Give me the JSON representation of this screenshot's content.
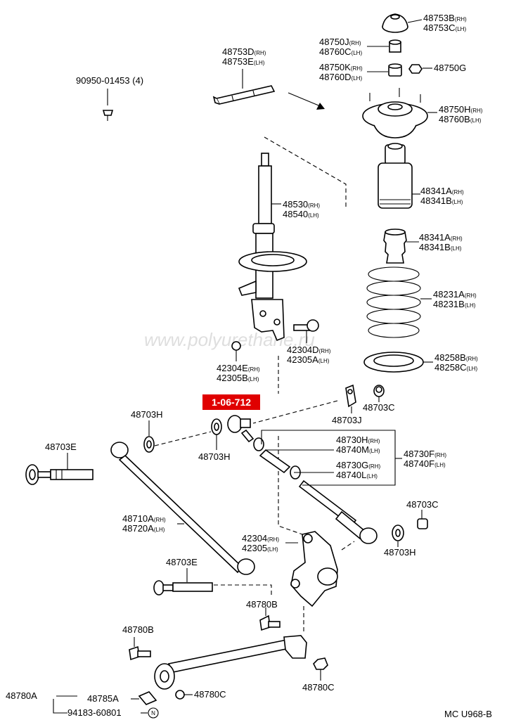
{
  "watermark": "www.polyurethane.ru",
  "highlight_label": "1-06-712",
  "footer_code": "MC U968-B",
  "callouts": {
    "p48753B": {
      "num": "48753B",
      "side": "(RH)"
    },
    "p48753C": {
      "num": "48753C",
      "side": "(LH)"
    },
    "p48750J": {
      "num": "48750J",
      "side": "(RH)"
    },
    "p48760C": {
      "num": "48760C",
      "side": "(LH)"
    },
    "p48750K": {
      "num": "48750K",
      "side": "(RH)"
    },
    "p48760D": {
      "num": "48760D",
      "side": "(LH)"
    },
    "p48750G": {
      "num": "48750G",
      "side": ""
    },
    "p48753D": {
      "num": "48753D",
      "side": "(RH)"
    },
    "p48753E": {
      "num": "48753E",
      "side": "(LH)"
    },
    "p90950": {
      "num": "90950-01453 (4)",
      "side": ""
    },
    "p48750H": {
      "num": "48750H",
      "side": "(RH)"
    },
    "p48760B": {
      "num": "48760B",
      "side": "(LH)"
    },
    "p48530": {
      "num": "48530",
      "side": "(RH)"
    },
    "p48540": {
      "num": "48540",
      "side": "(LH)"
    },
    "p48341A_a": {
      "num": "48341A",
      "side": "(RH)"
    },
    "p48341B_a": {
      "num": "48341B",
      "side": "(LH)"
    },
    "p48341A_b": {
      "num": "48341A",
      "side": "(RH)"
    },
    "p48341B_b": {
      "num": "48341B",
      "side": "(LH)"
    },
    "p48231A": {
      "num": "48231A",
      "side": "(RH)"
    },
    "p48231B": {
      "num": "48231B",
      "side": "(LH)"
    },
    "p42304D": {
      "num": "42304D",
      "side": "(RH)"
    },
    "p42305A": {
      "num": "42305A",
      "side": "(LH)"
    },
    "p42304E": {
      "num": "42304E",
      "side": "(RH)"
    },
    "p42305B": {
      "num": "42305B",
      "side": "(LH)"
    },
    "p48258B": {
      "num": "48258B",
      "side": "(RH)"
    },
    "p48258C": {
      "num": "48258C",
      "side": "(LH)"
    },
    "p48703C_a": {
      "num": "48703C",
      "side": ""
    },
    "p48703J": {
      "num": "48703J",
      "side": ""
    },
    "p48703H_a": {
      "num": "48703H",
      "side": ""
    },
    "p48703H_b": {
      "num": "48703H",
      "side": ""
    },
    "p48703E_a": {
      "num": "48703E",
      "side": ""
    },
    "p48730H": {
      "num": "48730H",
      "side": "(RH)"
    },
    "p48740M": {
      "num": "48740M",
      "side": "(LH)"
    },
    "p48730F": {
      "num": "48730F",
      "side": "(RH)"
    },
    "p48740F": {
      "num": "48740F",
      "side": "(LH)"
    },
    "p48730G": {
      "num": "48730G",
      "side": "(RH)"
    },
    "p48740L": {
      "num": "48740L",
      "side": "(LH)"
    },
    "p48710A": {
      "num": "48710A",
      "side": "(RH)"
    },
    "p48720A": {
      "num": "48720A",
      "side": "(LH)"
    },
    "p48703C_b": {
      "num": "48703C",
      "side": ""
    },
    "p48703H_c": {
      "num": "48703H",
      "side": ""
    },
    "p42304": {
      "num": "42304",
      "side": "(RH)"
    },
    "p42305": {
      "num": "42305",
      "side": "(LH)"
    },
    "p48703E_b": {
      "num": "48703E",
      "side": ""
    },
    "p48780B_a": {
      "num": "48780B",
      "side": ""
    },
    "p48780B_b": {
      "num": "48780B",
      "side": ""
    },
    "p48780A": {
      "num": "48780A",
      "side": ""
    },
    "p48785A": {
      "num": "48785A",
      "side": ""
    },
    "p48780C_a": {
      "num": "48780C",
      "side": ""
    },
    "p48780C_b": {
      "num": "48780C",
      "side": ""
    },
    "p94183": {
      "num": "94183-60801",
      "side": ""
    },
    "circleN": {
      "num": "N",
      "side": ""
    }
  }
}
